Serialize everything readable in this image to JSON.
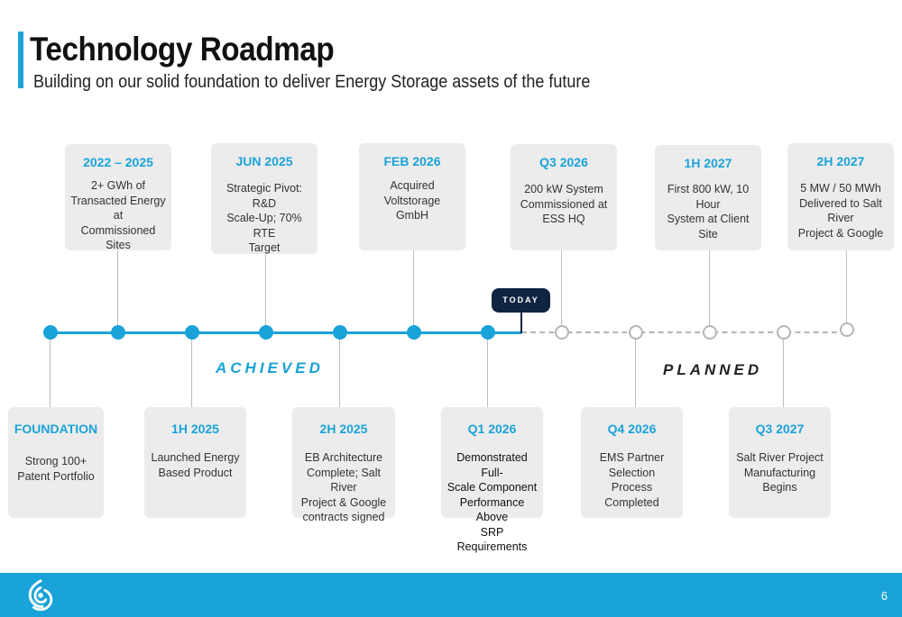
{
  "header": {
    "title": "Technology Roadmap",
    "subtitle": "Building on our solid foundation to deliver Energy Storage assets of the future"
  },
  "timeline": {
    "today_label": "TODAY",
    "achieved_label": "ACHIEVED",
    "planned_label": "PLANNED"
  },
  "milestones": [
    {
      "title": "FOUNDATION",
      "body": "Strong 100+\nPatent Portfolio",
      "status": "achieved"
    },
    {
      "title": "2022 – 2025",
      "body": "2+ GWh of\nTransacted Energy at\nCommissioned Sites",
      "status": "achieved"
    },
    {
      "title": "1H 2025",
      "body": "Launched Energy\nBased Product",
      "status": "achieved"
    },
    {
      "title": "JUN 2025",
      "body": "Strategic Pivot: R&D\nScale-Up; 70% RTE\nTarget",
      "status": "achieved"
    },
    {
      "title": "2H 2025",
      "body": "EB Architecture\nComplete; Salt River\nProject & Google\ncontracts signed",
      "status": "achieved"
    },
    {
      "title": "FEB 2026",
      "body": "Acquired Voltstorage\nGmbH",
      "status": "achieved"
    },
    {
      "title": "Q1 2026",
      "body": "Demonstrated Full-\nScale Component\nPerformance Above\nSRP Requirements",
      "status": "achieved"
    },
    {
      "title": "Q3 2026",
      "body": "200 kW System\nCommissioned at\nESS HQ",
      "status": "planned"
    },
    {
      "title": "Q4 2026",
      "body": "EMS Partner\nSelection\nProcess\nCompleted",
      "status": "planned"
    },
    {
      "title": "1H 2027",
      "body": "First 800 kW, 10 Hour\nSystem at Client Site",
      "status": "planned"
    },
    {
      "title": "Q3 2027",
      "body": "Salt River Project\nManufacturing\nBegins",
      "status": "planned"
    },
    {
      "title": "2H 2027",
      "body": "5 MW / 50 MWh\nDelivered to Salt River\nProject & Google",
      "status": "planned"
    }
  ],
  "footer": {
    "page_number": "6"
  },
  "colors": {
    "accent": "#1aa3d8",
    "dark_navy": "#0f2440",
    "card_bg": "#ececec",
    "planned_gray": "#b5b5b5"
  }
}
